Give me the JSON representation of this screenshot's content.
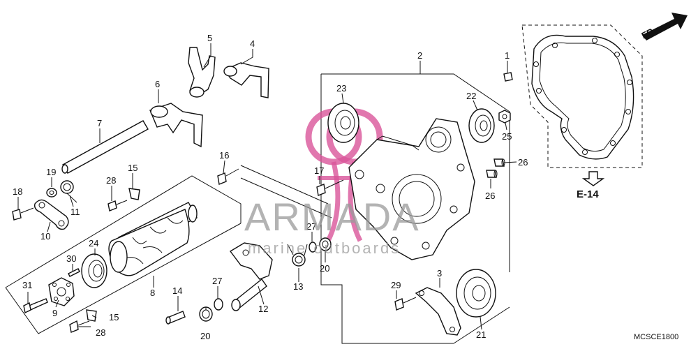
{
  "diagram": {
    "code": "MCSCE1800",
    "reference": "E-14",
    "front_label": "FR.",
    "watermark": {
      "brand": "ARMADA",
      "tagline": "marine outboards",
      "color": "#d9559a"
    },
    "callouts": [
      "1",
      "2",
      "3",
      "4",
      "5",
      "6",
      "7",
      "8",
      "9",
      "10",
      "11",
      "12",
      "13",
      "14",
      "15",
      "15",
      "16",
      "17",
      "18",
      "19",
      "20",
      "20",
      "21",
      "22",
      "23",
      "24",
      "25",
      "26",
      "26",
      "27",
      "27",
      "28",
      "28",
      "29",
      "30",
      "31"
    ]
  }
}
